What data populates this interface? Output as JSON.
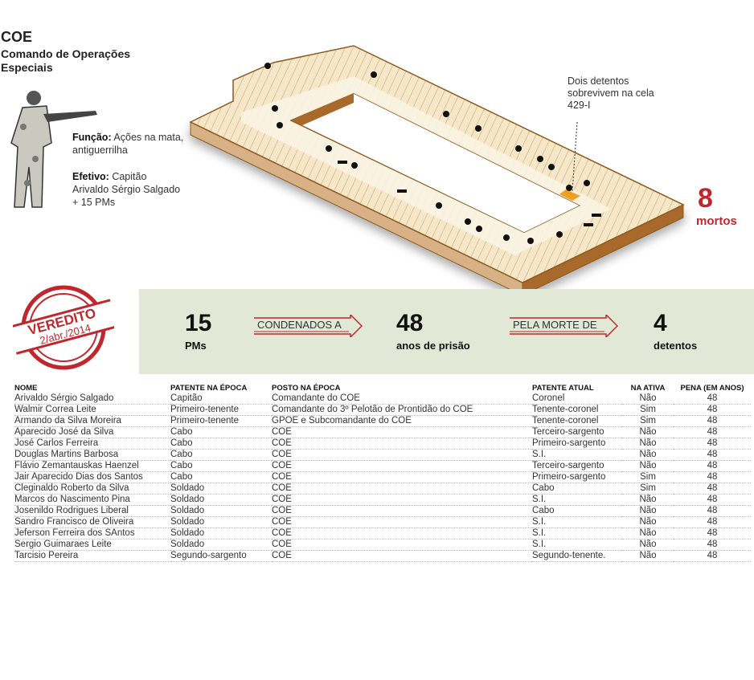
{
  "header": {
    "title": "COE",
    "subtitle": "Comando de Operações Especiais",
    "funcao_label": "Função:",
    "funcao_value": "Ações na mata, antiguerrilha",
    "efetivo_label": "Efetivo:",
    "efetivo_value": "Capitão Arivaldo Sérgio Salgado + 15 PMs"
  },
  "diagram": {
    "annotation": "Dois detentos sobrevivem na cela 429-I",
    "deaths_number": "8",
    "deaths_label": "mortos",
    "colors": {
      "floor": "#f6e7c8",
      "wall": "#a8692b",
      "side": "#d8b186",
      "highlight": "#f0a020",
      "accent": "#c0272d"
    }
  },
  "verdict": {
    "stamp_title": "VEREDITO",
    "stamp_date": "2/abr./2014",
    "pms_number": "15",
    "pms_label": "PMs",
    "arrow1": "CONDENADOS A",
    "years_number": "48",
    "years_label": "anos de prisão",
    "arrow2": "PELA MORTE DE",
    "victims_number": "4",
    "victims_label": "detentos"
  },
  "table": {
    "headers": [
      "NOME",
      "PATENTE NA ÉPOCA",
      "POSTO NA ÉPOCA",
      "PATENTE ATUAL",
      "NA ATIVA",
      "PENA (EM ANOS)"
    ],
    "rows": [
      [
        "Arivaldo Sérgio Salgado",
        "Capitão",
        "Comandante do COE",
        "Coronel",
        "Não",
        "48"
      ],
      [
        "Walmir Correa Leite",
        "Primeiro-tenente",
        "Comandante do 3º Pelotão de Prontidão do COE",
        "Tenente-coronel",
        "Sim",
        "48"
      ],
      [
        "Armando da Silva Moreira",
        "Primeiro-tenente",
        "GPOE e Subcomandante do COE",
        "Tenente-coronel",
        "Sim",
        "48"
      ],
      [
        "Aparecido José da Silva",
        "Cabo",
        "COE",
        "Terceiro-sargento",
        "Não",
        "48"
      ],
      [
        "José Carlos Ferreira",
        "Cabo",
        "COE",
        "Primeiro-sargento",
        "Não",
        "48"
      ],
      [
        "Douglas Martins Barbosa",
        "Cabo",
        "COE",
        "S.I.",
        "Não",
        "48"
      ],
      [
        "Flávio Zemantauskas Haenzel",
        "Cabo",
        "COE",
        "Terceiro-sargento",
        "Não",
        "48"
      ],
      [
        "Jair Aparecido Dias dos Santos",
        "Cabo",
        "COE",
        "Primeiro-sargento",
        "Sim",
        "48"
      ],
      [
        "Cleginaldo Roberto da Silva",
        "Soldado",
        "COE",
        "Cabo",
        "Sim",
        "48"
      ],
      [
        "Marcos do Nascimento Pina",
        "Soldado",
        "COE",
        "S.I.",
        "Não",
        "48"
      ],
      [
        "Josenildo Rodrigues Liberal",
        "Soldado",
        "COE",
        "Cabo",
        "Não",
        "48"
      ],
      [
        "Sandro Francisco de  Oliveira",
        "Soldado",
        "COE",
        "S.I.",
        "Não",
        "48"
      ],
      [
        "Jeferson Ferreira dos SAntos",
        "Soldado",
        "COE",
        "S.I.",
        "Não",
        "48"
      ],
      [
        "Sergio Guimaraes Leite",
        "Soldado",
        "COE",
        "S.I.",
        "Não",
        "48"
      ],
      [
        "Tarcisio Pereira",
        "Segundo-sargento",
        "COE",
        "Segundo-tenente.",
        "Não",
        "48"
      ]
    ]
  }
}
